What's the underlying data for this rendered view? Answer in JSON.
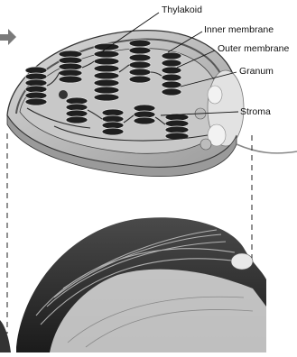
{
  "labels": {
    "thylakoid": "Thylakoid",
    "inner_membrane": "Inner membrane",
    "outer_membrane": "Outer membrane",
    "granum": "Granum",
    "stroma": "Stroma"
  },
  "colors": {
    "ink": "#1a1a1a",
    "membrane_gray": "#8a8a8a",
    "stroma_fill": "#bdbdbd",
    "photo_light": "#e6e6e6",
    "background": "#ffffff"
  }
}
